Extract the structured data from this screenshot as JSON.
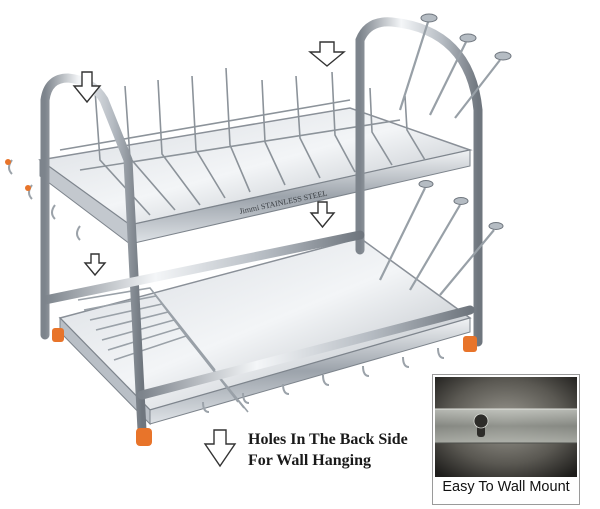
{
  "product": {
    "brand_engraving": "Jimmi STAINLESS STEEL",
    "image_subject": "two-tier stainless steel dish rack"
  },
  "caption": {
    "line1": "Holes In The Back Side",
    "line2": "For Wall Hanging"
  },
  "inset": {
    "label": "Easy To Wall Mount"
  },
  "icons": [
    "down-arrow-icon",
    "keyhole-icon"
  ],
  "colors": {
    "steel_light": "#e6e9ec",
    "steel_dark": "#8a9098",
    "foot_orange": "#e8742a",
    "arrow_outline": "#333333"
  }
}
